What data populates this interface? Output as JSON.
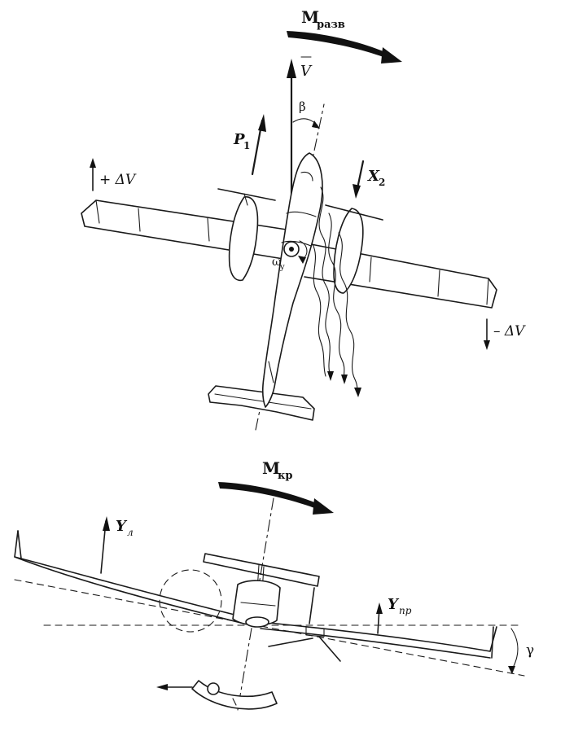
{
  "labels": {
    "m_razv": "М",
    "m_razv_sub": "разв",
    "velocity": "V",
    "beta": "β",
    "p1": "P",
    "p1_sub": "1",
    "plus_dv": "+ ΔV",
    "x2": "X",
    "x2_sub": "2",
    "omega": "ω",
    "omega_sub": "y",
    "minus_dv": "– ΔV",
    "m_kr": "М",
    "m_kr_sub": "кр",
    "y_left": "Y",
    "y_left_sub": "л",
    "y_right": "Y",
    "y_right_sub": "пр",
    "gamma": "γ"
  }
}
